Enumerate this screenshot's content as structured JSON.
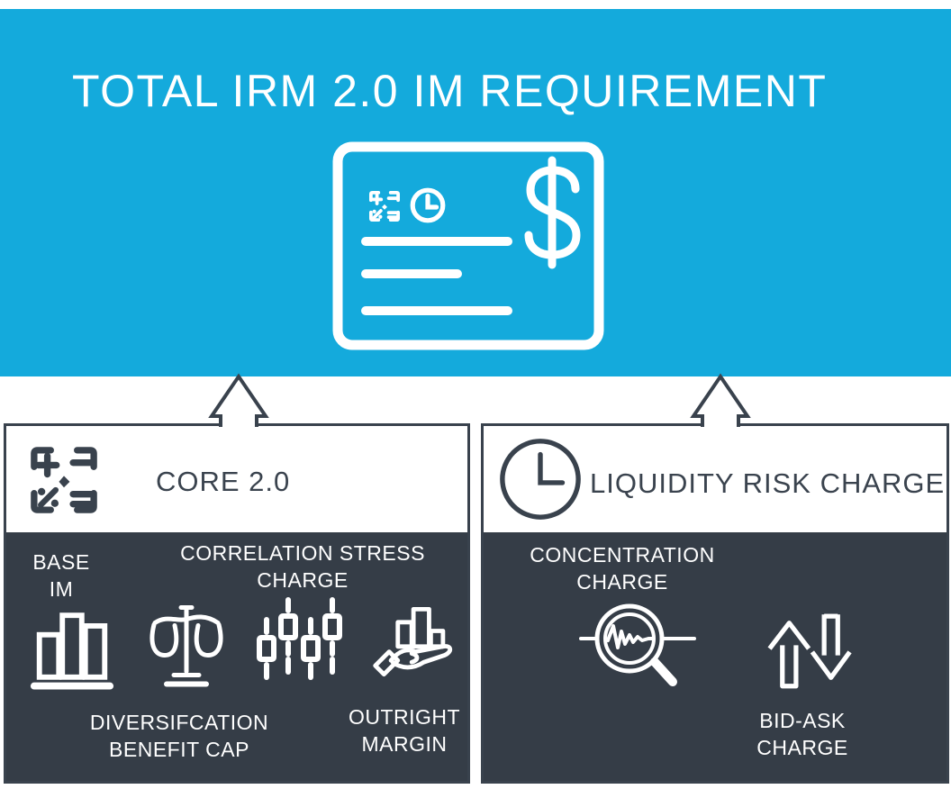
{
  "colors": {
    "accent_cyan": "#14AADC",
    "panel_dark": "#353D47",
    "outline_dark": "#39424D",
    "text_light": "#FFFFFF"
  },
  "banner": {
    "title": "TOTAL IRM 2.0 IM REQUIREMENT",
    "icon": "invoice-dollar-icon"
  },
  "core_box": {
    "header_label": "CORE 2.0",
    "header_icon": "calculator-icon",
    "labels": {
      "base_im": "BASE\nIM",
      "correlation_stress": "CORRELATION STRESS\nCHARGE",
      "diversification": "DIVERSIFCATION\nBENEFIT CAP",
      "outright": "OUTRIGHT\nMARGIN"
    },
    "icons": [
      "bar-chart-icon",
      "balance-scale-icon",
      "sliders-icon",
      "hand-chart-icon"
    ]
  },
  "liquidity_box": {
    "header_label": "LIQUIDITY RISK CHARGE",
    "header_icon": "clock-icon",
    "labels": {
      "concentration": "CONCENTRATION\nCHARGE",
      "bid_ask": "BID-ASK\nCHARGE"
    },
    "icons": [
      "magnifier-waveform-icon",
      "bid-ask-arrows-icon"
    ]
  }
}
